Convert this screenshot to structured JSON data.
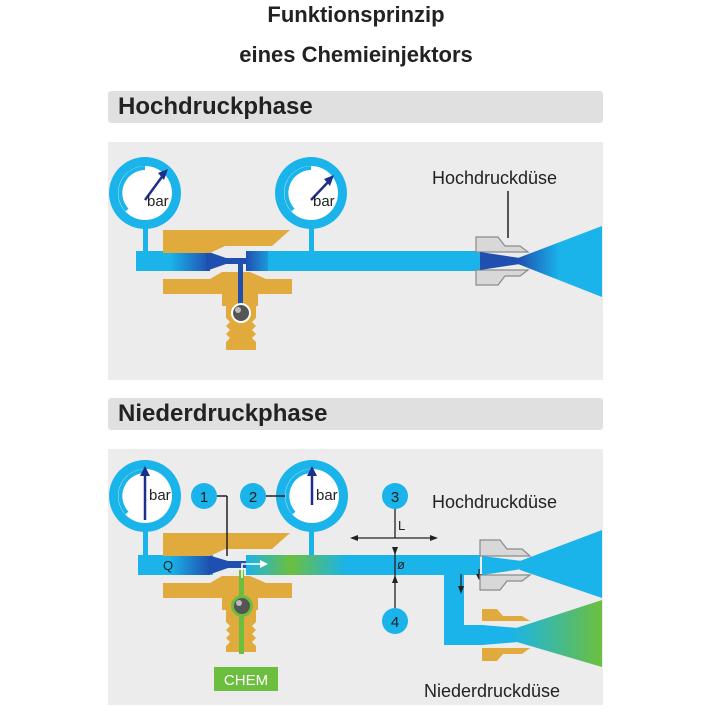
{
  "title": {
    "line1": "Funktionsprinzip",
    "line2": "eines Chemieinjektors"
  },
  "sections": {
    "high": {
      "heading": "Hochdruckphase",
      "gauge_label": "bar",
      "nozzle_label": "Hochdruckdüse"
    },
    "low": {
      "heading": "Niederdruckphase",
      "gauge_label": "bar",
      "high_nozzle_label": "Hochdruckdüse",
      "low_nozzle_label": "Niederdruckdüse",
      "flow_label": "Q",
      "length_label": "L",
      "diameter_label": "ø",
      "chem_label": "CHEM",
      "markers": [
        "1",
        "2",
        "3",
        "4"
      ]
    }
  },
  "colors": {
    "water": "#1ab4ea",
    "water_dark": "#1f4fb0",
    "brass": "#e0ab3c",
    "chem": "#6cbf3e",
    "panel": "#ececec",
    "bar": "#e0e0e0"
  }
}
